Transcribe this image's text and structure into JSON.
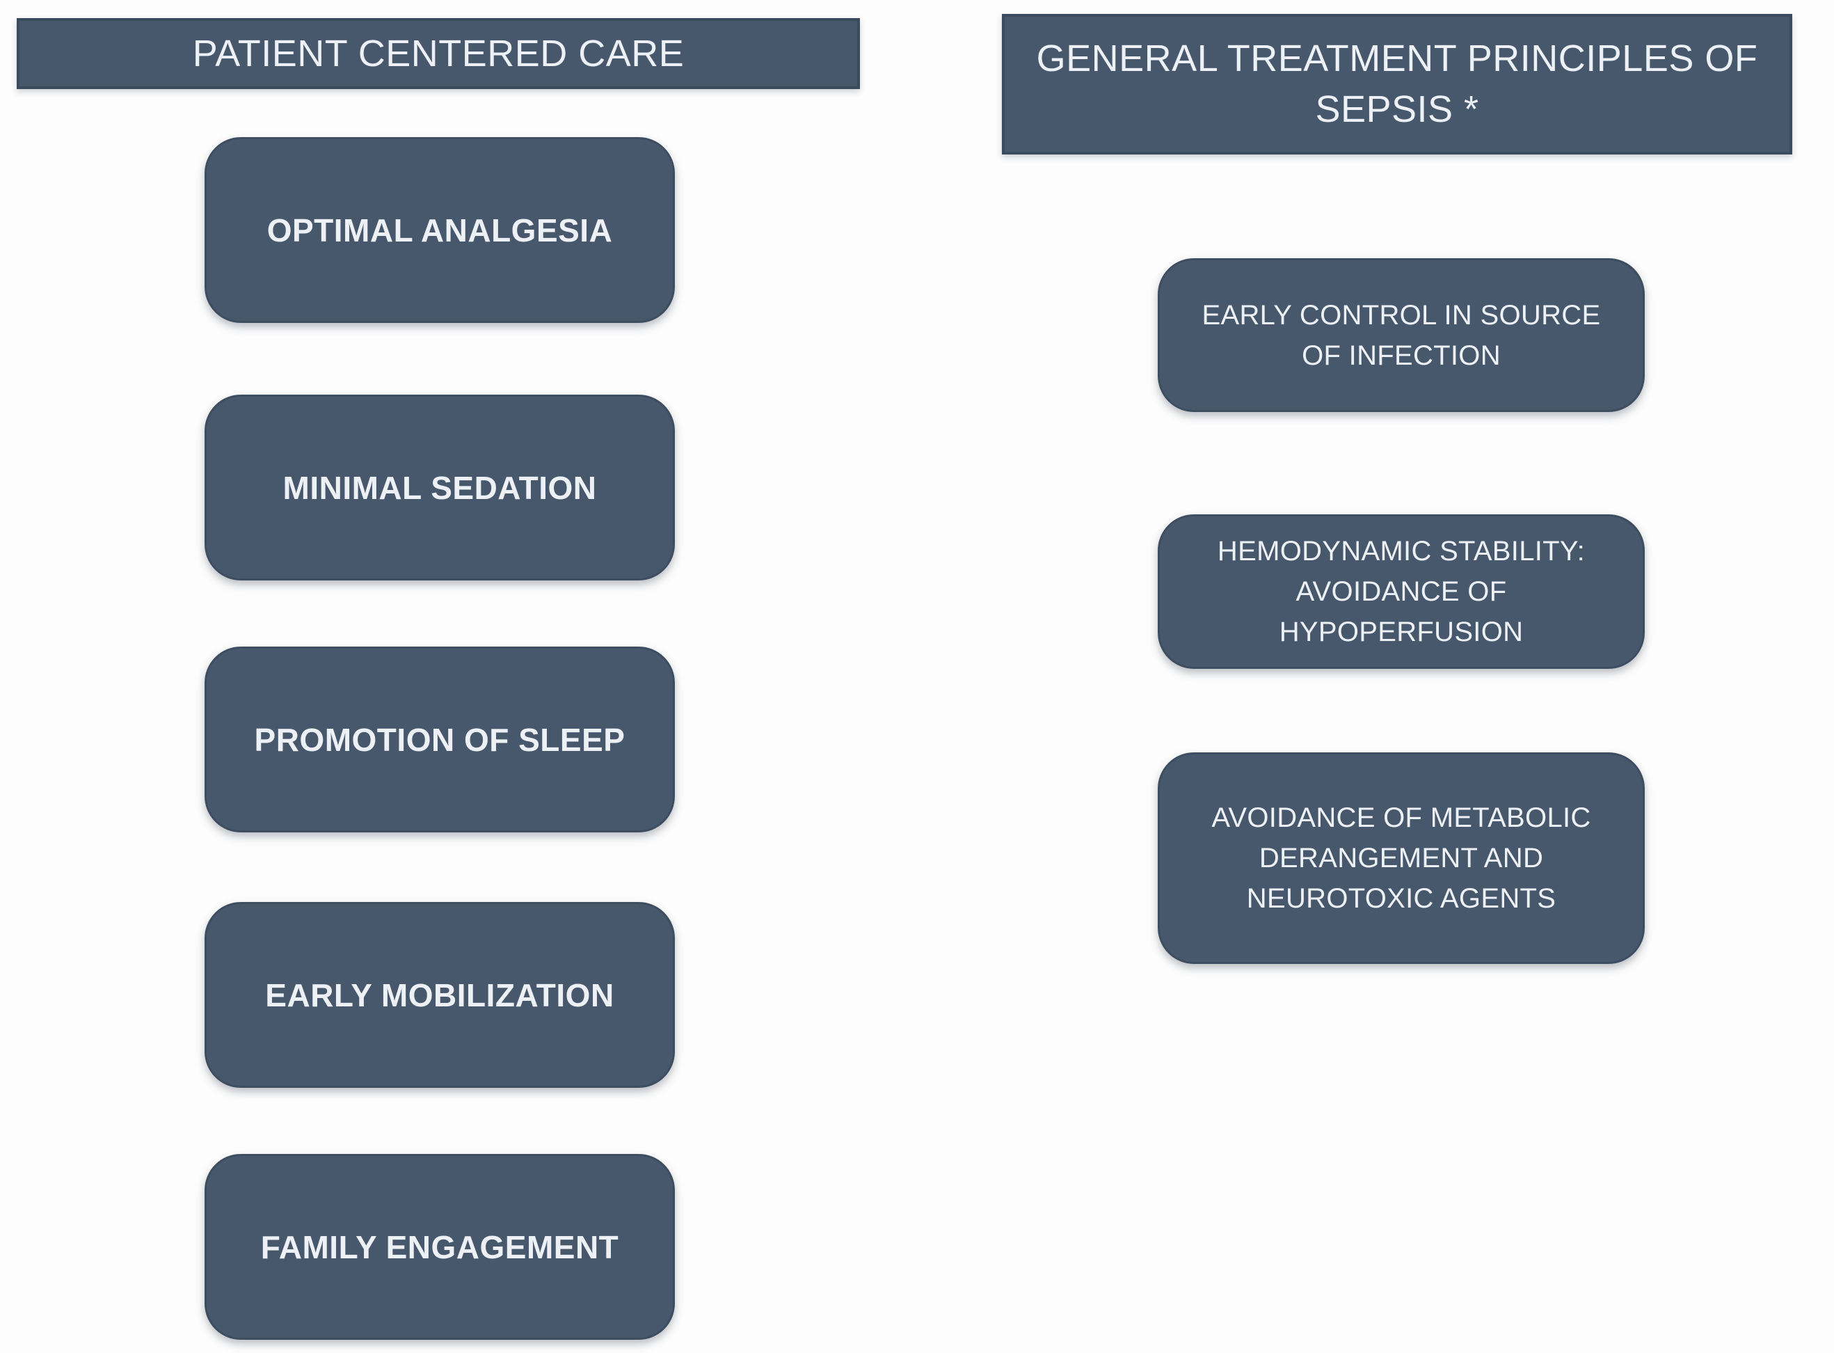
{
  "diagram": {
    "title_context": "ICU care diagram",
    "colors": {
      "box_fill": "#47586C",
      "box_border": "#3E4E60",
      "text": "#EDF1F6",
      "background": "#FDFDFD"
    },
    "left_column": {
      "header": "PATIENT CENTERED CARE",
      "boxes": [
        "OPTIMAL ANALGESIA",
        "MINIMAL SEDATION",
        "PROMOTION OF SLEEP",
        "EARLY MOBILIZATION",
        "FAMILY ENGAGEMENT"
      ]
    },
    "right_column": {
      "header": "GENERAL TREATMENT PRINCIPLES OF SEPSIS *",
      "boxes": [
        "EARLY CONTROL IN SOURCE OF INFECTION",
        "HEMODYNAMIC STABILITY: AVOIDANCE OF HYPOPERFUSION",
        "AVOIDANCE OF METABOLIC DERANGEMENT AND NEUROTOXIC AGENTS"
      ]
    }
  }
}
